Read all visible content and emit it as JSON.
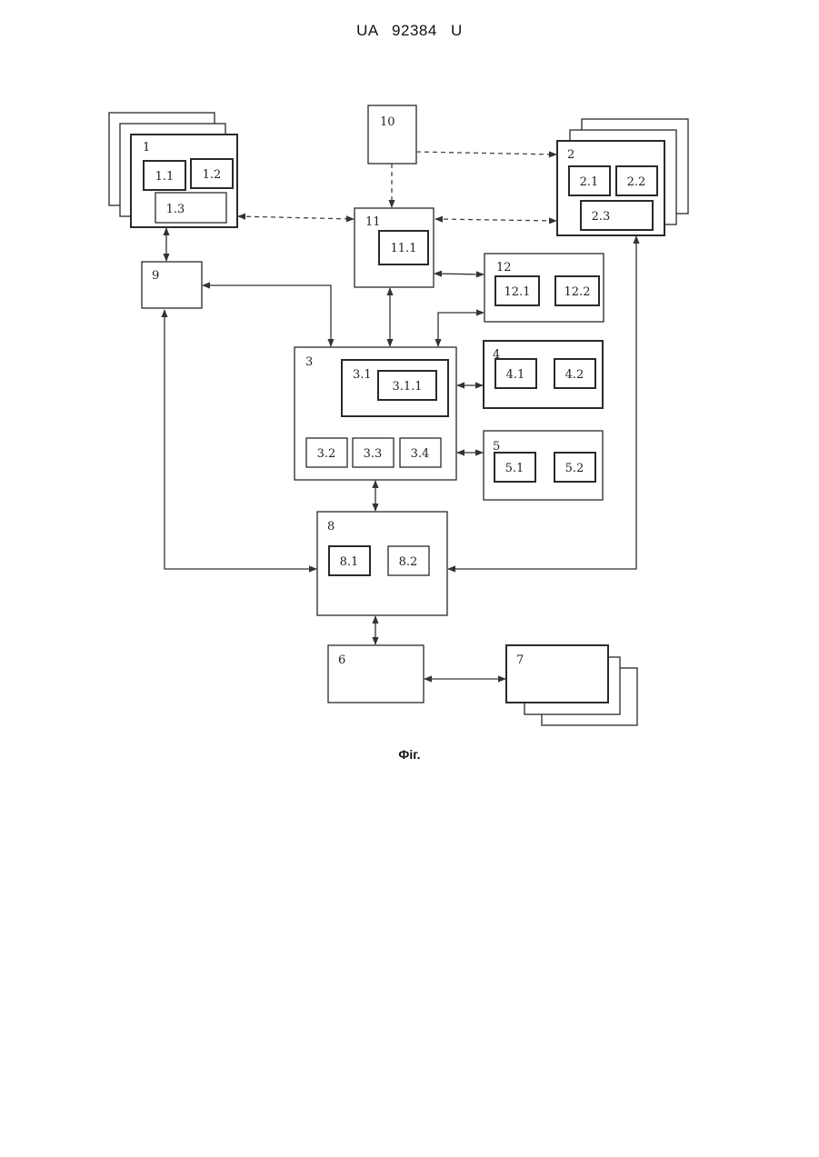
{
  "header": "UA 92384 U",
  "caption": "Фіг.",
  "blocks": {
    "b1": "1",
    "b1_1": "1.1",
    "b1_2": "1.2",
    "b1_3": "1.3",
    "b2": "2",
    "b2_1": "2.1",
    "b2_2": "2.2",
    "b2_3": "2.3",
    "b3": "3",
    "b3_1": "3.1",
    "b3_1_1": "3.1.1",
    "b3_2": "3.2",
    "b3_3": "3.3",
    "b3_4": "3.4",
    "b4": "4",
    "b4_1": "4.1",
    "b4_2": "4.2",
    "b5": "5",
    "b5_1": "5.1",
    "b5_2": "5.2",
    "b6": "6",
    "b7": "7",
    "b8": "8",
    "b8_1": "8.1",
    "b8_2": "8.2",
    "b9": "9",
    "b10": "10",
    "b11": "11",
    "b11_1": "11.1",
    "b12": "12",
    "b12_1": "12.1",
    "b12_2": "12.2"
  }
}
